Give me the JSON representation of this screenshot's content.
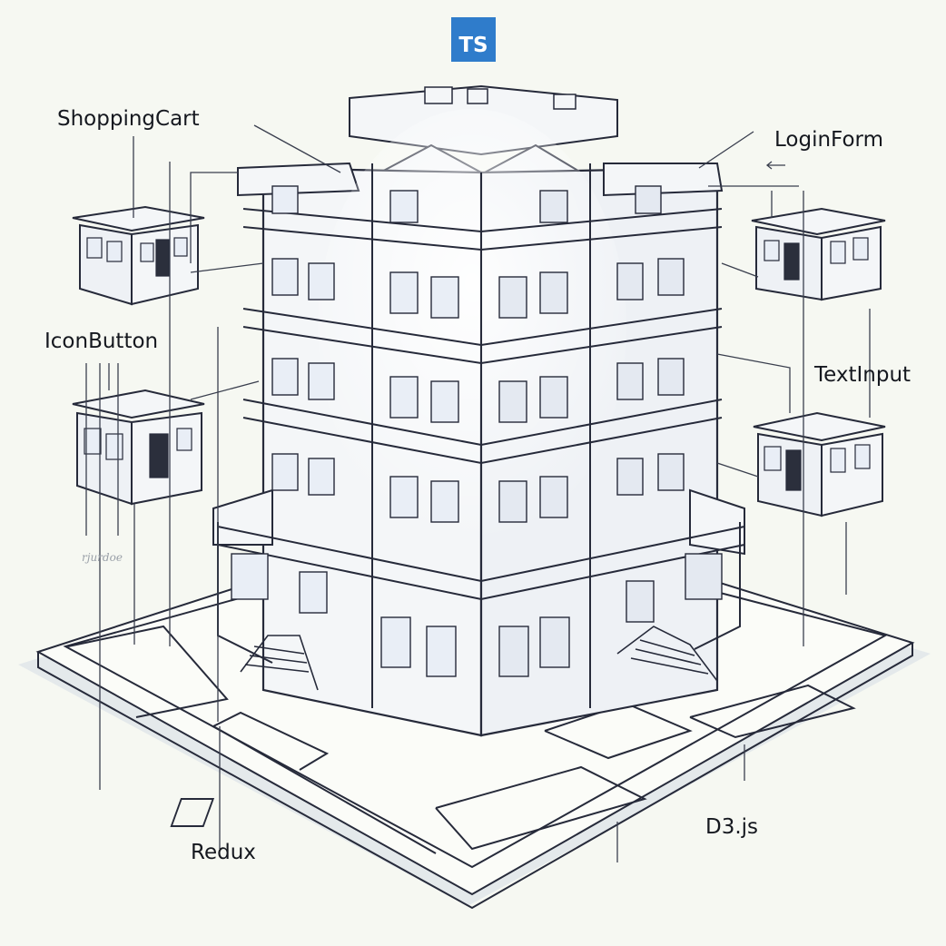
{
  "logo": {
    "text": "TS",
    "bg": "#2f7ccb",
    "fg": "#ffffff"
  },
  "labels": {
    "shopping_cart": "ShoppingCart",
    "login_form": "LoginForm",
    "icon_button": "IconButton",
    "text_input": "TextInput",
    "redux": "Redux",
    "d3": "D3.js"
  },
  "signature": "rjurdoe",
  "colors": {
    "ink": "#262a3a",
    "glass": "#e9eef6",
    "background": "#f6f8f2",
    "shadow": "#d6dde6"
  }
}
